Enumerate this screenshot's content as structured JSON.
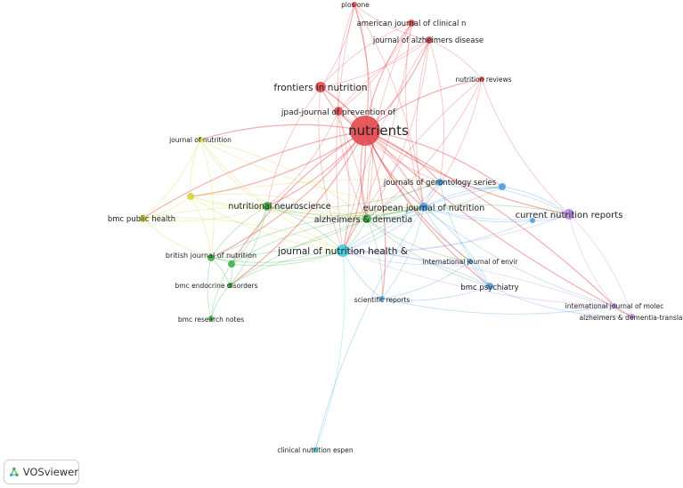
{
  "clusters": {
    "red": "#e24a4f",
    "green": "#3fb24a",
    "blue": "#4e9ee0",
    "yellow": "#d4d43a",
    "purple": "#b78be0",
    "cyan": "#40cedb"
  },
  "nodes": [
    {
      "id": "nutrients",
      "label": "nutrients",
      "cluster": "red"
    },
    {
      "id": "plos",
      "label": "plos one",
      "cluster": "red"
    },
    {
      "id": "ajcn",
      "label": "american journal of clinical n",
      "cluster": "red"
    },
    {
      "id": "jad",
      "label": "journal of alzheimers disease",
      "cluster": "red"
    },
    {
      "id": "nutrev",
      "label": "nutrition reviews",
      "cluster": "red"
    },
    {
      "id": "frontiers",
      "label": "frontiers in nutrition",
      "cluster": "red"
    },
    {
      "id": "jpad",
      "label": "jpad-journal of prevention of",
      "cluster": "red"
    },
    {
      "id": "jnut",
      "label": "journal of nutrition",
      "cluster": "yellow"
    },
    {
      "id": "yel2",
      "label": "",
      "cluster": "yellow"
    },
    {
      "id": "bmcph",
      "label": "bmc public health",
      "cluster": "yellow"
    },
    {
      "id": "nutneuro",
      "label": "nutritional neuroscience",
      "cluster": "green"
    },
    {
      "id": "alzdem",
      "label": "alzheimers & dementia",
      "cluster": "green"
    },
    {
      "id": "bjn",
      "label": "british journal of nutrition",
      "cluster": "green"
    },
    {
      "id": "grn2",
      "label": "",
      "cluster": "green"
    },
    {
      "id": "bmcendo",
      "label": "bmc endocrine disorders",
      "cluster": "green"
    },
    {
      "id": "bmcres",
      "label": "bmc research notes",
      "cluster": "green"
    },
    {
      "id": "jgero",
      "label": "journals of gerontology series",
      "cluster": "blue"
    },
    {
      "id": "ejn",
      "label": "european journal of nutrition",
      "cluster": "blue"
    },
    {
      "id": "blu1",
      "label": "",
      "cluster": "blue"
    },
    {
      "id": "blu2",
      "label": "",
      "cluster": "blue"
    },
    {
      "id": "ijenv",
      "label": "international journal of envir",
      "cluster": "blue"
    },
    {
      "id": "bmcpsy",
      "label": "bmc psychiatry",
      "cluster": "blue"
    },
    {
      "id": "scirep",
      "label": "scientific reports",
      "cluster": "blue"
    },
    {
      "id": "cnr",
      "label": "current nutrition reports",
      "cluster": "purple"
    },
    {
      "id": "ijmol",
      "label": "international journal of molec",
      "cluster": "purple"
    },
    {
      "id": "alzdtr",
      "label": "alzheimers & dementia-translat",
      "cluster": "purple"
    },
    {
      "id": "jnha",
      "label": "journal of nutrition health &",
      "cluster": "cyan"
    },
    {
      "id": "cne",
      "label": "clinical nutrition espen",
      "cluster": "cyan"
    }
  ],
  "edges": [
    [
      "nutrients",
      "plos"
    ],
    [
      "nutrients",
      "ajcn"
    ],
    [
      "nutrients",
      "jad"
    ],
    [
      "nutrients",
      "nutrev"
    ],
    [
      "nutrients",
      "frontiers"
    ],
    [
      "nutrients",
      "jpad"
    ],
    [
      "nutrients",
      "jnut"
    ],
    [
      "nutrients",
      "yel2"
    ],
    [
      "nutrients",
      "bmcph"
    ],
    [
      "nutrients",
      "nutneuro"
    ],
    [
      "nutrients",
      "alzdem"
    ],
    [
      "nutrients",
      "bjn"
    ],
    [
      "nutrients",
      "grn2"
    ],
    [
      "nutrients",
      "jgero"
    ],
    [
      "nutrients",
      "ejn"
    ],
    [
      "nutrients",
      "blu1"
    ],
    [
      "nutrients",
      "cnr"
    ],
    [
      "nutrients",
      "jnha"
    ],
    [
      "nutrients",
      "bmcpsy"
    ],
    [
      "nutrients",
      "scirep"
    ],
    [
      "nutrients",
      "ijenv"
    ],
    [
      "nutrients",
      "ijmol"
    ],
    [
      "nutrients",
      "alzdtr"
    ],
    [
      "nutrients",
      "bmcendo"
    ],
    [
      "plos",
      "jad"
    ],
    [
      "plos",
      "frontiers"
    ],
    [
      "plos",
      "jpad"
    ],
    [
      "plos",
      "alzdem"
    ],
    [
      "plos",
      "jnha"
    ],
    [
      "plos",
      "ejn"
    ],
    [
      "ajcn",
      "frontiers"
    ],
    [
      "ajcn",
      "jpad"
    ],
    [
      "ajcn",
      "alzdem"
    ],
    [
      "ajcn",
      "jnha"
    ],
    [
      "ajcn",
      "ejn"
    ],
    [
      "jad",
      "frontiers"
    ],
    [
      "jad",
      "jpad"
    ],
    [
      "jad",
      "alzdem"
    ],
    [
      "jad",
      "jnha"
    ],
    [
      "jad",
      "jgero"
    ],
    [
      "jad",
      "ejn"
    ],
    [
      "jad",
      "nutrev"
    ],
    [
      "nutrev",
      "jnha"
    ],
    [
      "nutrev",
      "ejn"
    ],
    [
      "nutrev",
      "cnr"
    ],
    [
      "nutrev",
      "alzdem"
    ],
    [
      "frontiers",
      "jnha"
    ],
    [
      "frontiers",
      "alzdem"
    ],
    [
      "frontiers",
      "nutneuro"
    ],
    [
      "frontiers",
      "ejn"
    ],
    [
      "frontiers",
      "jpad"
    ],
    [
      "jpad",
      "jnha"
    ],
    [
      "jpad",
      "alzdem"
    ],
    [
      "jpad",
      "ejn"
    ],
    [
      "jpad",
      "jgero"
    ],
    [
      "jpad",
      "nutneuro"
    ],
    [
      "jnut",
      "yel2"
    ],
    [
      "jnut",
      "bmcph"
    ],
    [
      "jnut",
      "nutneuro"
    ],
    [
      "jnut",
      "alzdem"
    ],
    [
      "jnut",
      "jnha"
    ],
    [
      "jnut",
      "bjn"
    ],
    [
      "jnut",
      "ejn"
    ],
    [
      "yel2",
      "bmcph"
    ],
    [
      "yel2",
      "nutneuro"
    ],
    [
      "yel2",
      "alzdem"
    ],
    [
      "yel2",
      "jnha"
    ],
    [
      "yel2",
      "bjn"
    ],
    [
      "yel2",
      "ejn"
    ],
    [
      "yel2",
      "blu1"
    ],
    [
      "bmcph",
      "nutneuro"
    ],
    [
      "bmcph",
      "jnha"
    ],
    [
      "bmcph",
      "bjn"
    ],
    [
      "bmcph",
      "alzdem"
    ],
    [
      "nutneuro",
      "alzdem"
    ],
    [
      "nutneuro",
      "jnha"
    ],
    [
      "nutneuro",
      "bjn"
    ],
    [
      "nutneuro",
      "grn2"
    ],
    [
      "nutneuro",
      "ejn"
    ],
    [
      "nutneuro",
      "bmcendo"
    ],
    [
      "nutneuro",
      "jgero"
    ],
    [
      "alzdem",
      "jnha"
    ],
    [
      "alzdem",
      "ejn"
    ],
    [
      "alzdem",
      "jgero"
    ],
    [
      "alzdem",
      "blu1"
    ],
    [
      "alzdem",
      "bjn"
    ],
    [
      "alzdem",
      "grn2"
    ],
    [
      "alzdem",
      "cnr"
    ],
    [
      "alzdem",
      "bmcpsy"
    ],
    [
      "alzdem",
      "scirep"
    ],
    [
      "alzdem",
      "ijenv"
    ],
    [
      "bjn",
      "grn2"
    ],
    [
      "bjn",
      "jnha"
    ],
    [
      "bjn",
      "bmcendo"
    ],
    [
      "bjn",
      "bmcres"
    ],
    [
      "bjn",
      "ejn"
    ],
    [
      "grn2",
      "jnha"
    ],
    [
      "grn2",
      "bmcendo"
    ],
    [
      "grn2",
      "bmcres"
    ],
    [
      "bmcendo",
      "jnha"
    ],
    [
      "bmcendo",
      "bmcres"
    ],
    [
      "bmcendo",
      "ejn"
    ],
    [
      "jgero",
      "ejn"
    ],
    [
      "jgero",
      "jnha"
    ],
    [
      "jgero",
      "blu1"
    ],
    [
      "jgero",
      "cnr"
    ],
    [
      "jgero",
      "bmcpsy"
    ],
    [
      "ejn",
      "jnha"
    ],
    [
      "ejn",
      "cnr"
    ],
    [
      "ejn",
      "blu1"
    ],
    [
      "ejn",
      "blu2"
    ],
    [
      "ejn",
      "bmcpsy"
    ],
    [
      "ejn",
      "ijenv"
    ],
    [
      "ejn",
      "scirep"
    ],
    [
      "ejn",
      "ijmol"
    ],
    [
      "blu1",
      "cnr"
    ],
    [
      "blu1",
      "jnha"
    ],
    [
      "blu2",
      "jnha"
    ],
    [
      "blu2",
      "cnr"
    ],
    [
      "ijenv",
      "jnha"
    ],
    [
      "ijenv",
      "bmcpsy"
    ],
    [
      "ijenv",
      "scirep"
    ],
    [
      "bmcpsy",
      "jnha"
    ],
    [
      "bmcpsy",
      "scirep"
    ],
    [
      "bmcpsy",
      "alzdtr"
    ],
    [
      "scirep",
      "jnha"
    ],
    [
      "scirep",
      "ijmol"
    ],
    [
      "cnr",
      "jnha"
    ],
    [
      "cnr",
      "ijmol"
    ],
    [
      "cnr",
      "alzdtr"
    ],
    [
      "ijmol",
      "alzdtr"
    ],
    [
      "ijmol",
      "jnha"
    ],
    [
      "alzdtr",
      "jnha"
    ],
    [
      "jnha",
      "cne"
    ],
    [
      "ejn",
      "cne"
    ]
  ],
  "logo": {
    "text": "VOSviewer",
    "icon": "vosviewer-logo-icon"
  }
}
